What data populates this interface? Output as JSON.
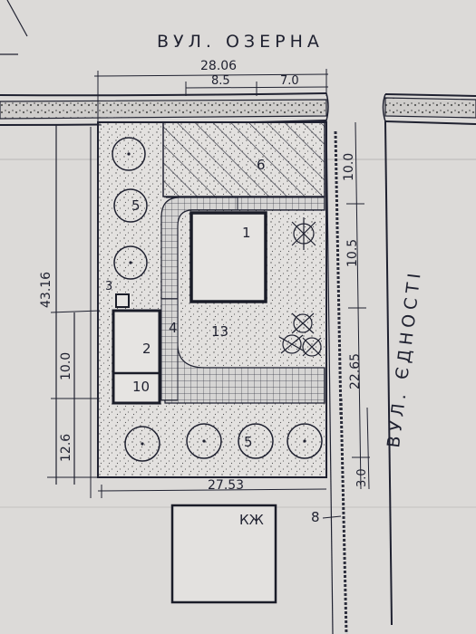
{
  "streets": {
    "top": "ВУЛ. ОЗЕРНА",
    "right": "ВУЛ. ЄДНОСТІ"
  },
  "dimensions": {
    "top_total": "28.06",
    "top_segment_a": "8.5",
    "top_segment_b": "7.0",
    "left_total": "43.16",
    "left_middle": "10.0",
    "left_bottom": "12.6",
    "right_upper": "10.0",
    "right_middle": "10.5",
    "right_lower": "22.65",
    "right_bottom": "3.0",
    "bottom_width": "27.53"
  },
  "labels": {
    "building_main": "1",
    "building_small": "2",
    "inset": "3",
    "path": "4",
    "tree_label_a": "5",
    "tree_label_b": "5",
    "hatched_area": "6",
    "fence": "8",
    "annex": "10",
    "lawn": "13",
    "outside_block": "КЖ"
  }
}
